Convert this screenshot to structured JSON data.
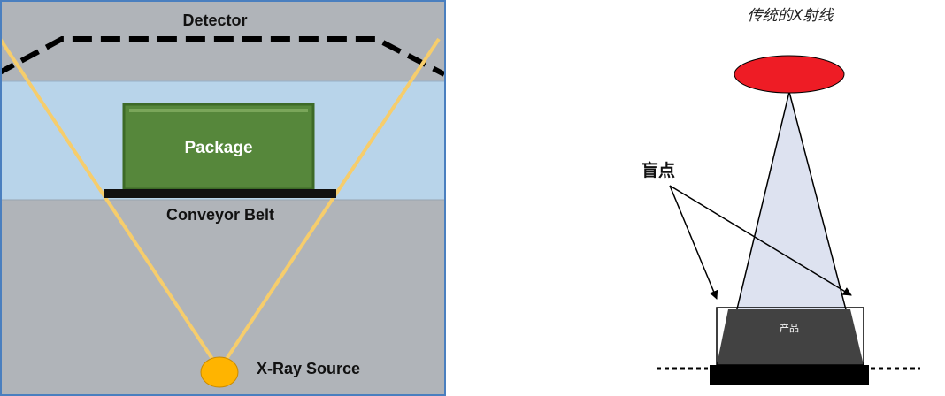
{
  "left_diagram": {
    "detector_label": "Detector",
    "package_label": "Package",
    "conveyor_label": "Conveyor Belt",
    "source_label": "X-Ray Source",
    "colors": {
      "background_gray": "#b0b4b9",
      "scan_zone_blue": "#b8d4ea",
      "package_green": "#56873b",
      "package_border": "#3d6a27",
      "beam_yellow": "#f6cd6c",
      "source_orange": "#ffb400",
      "belt_black": "#111111",
      "frame_blue": "#4a7fbf"
    }
  },
  "right_diagram": {
    "title": "传统的X射线",
    "blind_spot_label": "盲点",
    "product_label": "产品",
    "colors": {
      "source_red": "#ee1c25",
      "beam_fill": "#dde2f0",
      "product_gray": "#424242",
      "belt_black": "#000000"
    }
  }
}
